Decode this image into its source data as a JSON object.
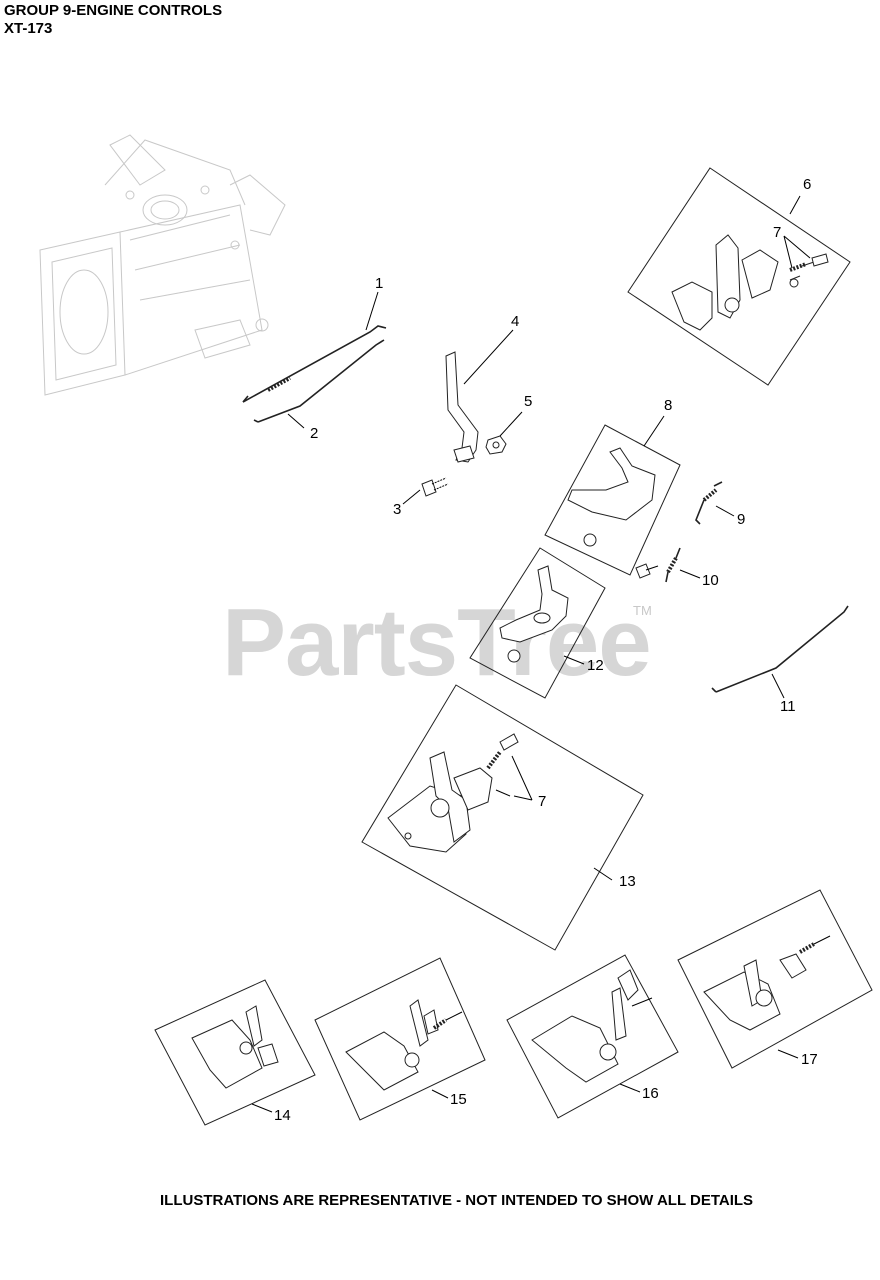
{
  "header": {
    "title": "GROUP 9-ENGINE CONTROLS",
    "code": "XT-173"
  },
  "watermark": {
    "text": "PartsTree",
    "tm": "TM"
  },
  "footer": {
    "note": "ILLUSTRATIONS ARE REPRESENTATIVE - NOT INTENDED TO SHOW ALL DETAILS"
  },
  "callouts": {
    "c1": "1",
    "c2": "2",
    "c3": "3",
    "c4": "4",
    "c5": "5",
    "c6": "6",
    "c7a": "7",
    "c7b": "7",
    "c8": "8",
    "c9": "9",
    "c10": "10",
    "c11": "11",
    "c12": "12",
    "c13": "13",
    "c14": "14",
    "c15": "15",
    "c16": "16",
    "c17": "17"
  }
}
